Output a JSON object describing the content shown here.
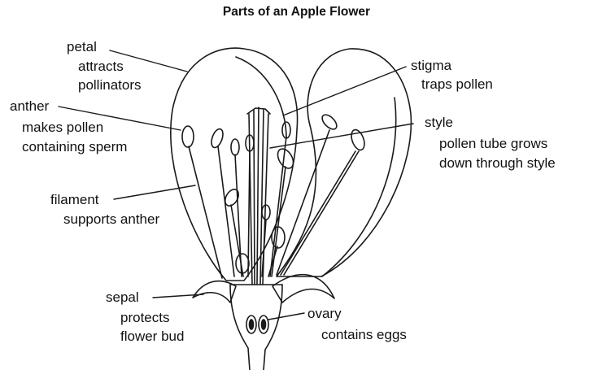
{
  "title": "Parts of an Apple Flower",
  "labels": {
    "petal": {
      "name": "petal",
      "desc1": "attracts",
      "desc2": "pollinators"
    },
    "anther": {
      "name": "anther",
      "desc1": "makes pollen",
      "desc2": "containing sperm"
    },
    "filament": {
      "name": "filament",
      "desc1": "supports anther"
    },
    "sepal": {
      "name": "sepal",
      "desc1": "protects",
      "desc2": "flower bud"
    },
    "stigma": {
      "name": "stigma",
      "desc1": "traps pollen"
    },
    "style": {
      "name": "style",
      "desc1": "pollen tube grows",
      "desc2": "down through style"
    },
    "ovary": {
      "name": "ovary",
      "desc1": "contains eggs"
    }
  }
}
